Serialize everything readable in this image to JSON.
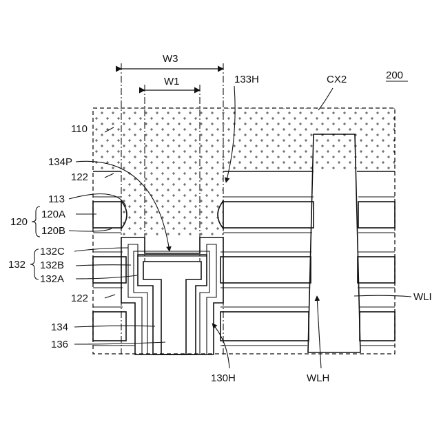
{
  "figure": {
    "number": "200",
    "labels": {
      "w3": "W3",
      "w1": "W1",
      "l133h": "133H",
      "cx2": "CX2",
      "l110": "110",
      "l134p": "134P",
      "l122_top": "122",
      "l113": "113",
      "l120": "120",
      "l120a": "120A",
      "l120b": "120B",
      "l132c": "132C",
      "l132": "132",
      "l132b": "132B",
      "l132a": "132A",
      "l122_bottom": "122",
      "l134": "134",
      "l136": "136",
      "l130h": "130H",
      "wlh": "WLH",
      "wli": "WLI"
    }
  }
}
